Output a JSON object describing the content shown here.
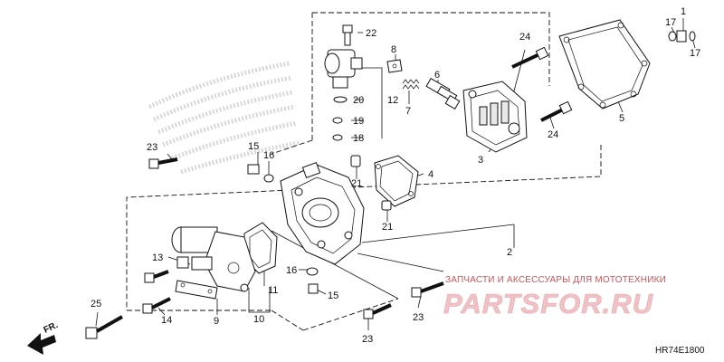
{
  "diagram": {
    "callouts": [
      "1",
      "2",
      "3",
      "4",
      "5",
      "6",
      "7",
      "8",
      "9",
      "10",
      "11",
      "12",
      "13",
      "14",
      "15",
      "15",
      "16",
      "16",
      "17",
      "17",
      "18",
      "19",
      "20",
      "21",
      "21",
      "22",
      "23",
      "23",
      "23",
      "23",
      "24",
      "24",
      "25"
    ],
    "diagram_code": "HR74E1800",
    "front_label": "FR."
  },
  "watermark": {
    "tagline": "ЗАПЧАСТИ И АКСЕССУАРЫ ДЛЯ МОТОТЕХНИКИ",
    "brand": "PARTSFOR.RU"
  },
  "colors": {
    "ink": "#111111",
    "watermark_red": "#c9565b",
    "watermark_pink": "#f0c2c5",
    "background_logo": "#cfcfcf"
  }
}
